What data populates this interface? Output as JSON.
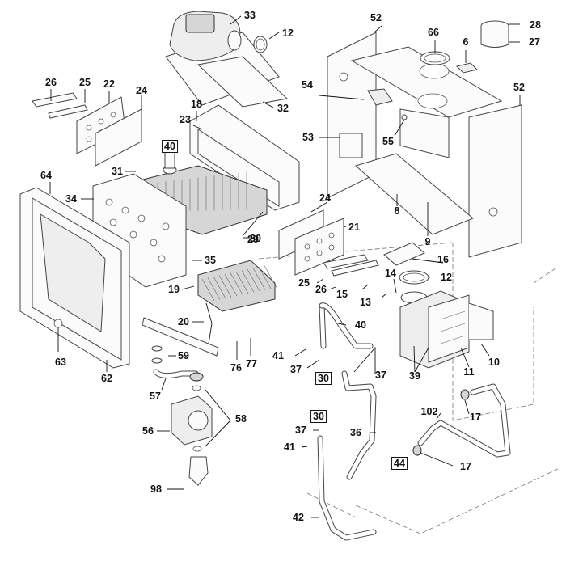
{
  "diagram": {
    "type": "exploded parts diagram",
    "callouts": [
      {
        "id": "33",
        "text": "33"
      },
      {
        "id": "12a",
        "text": "12"
      },
      {
        "id": "32",
        "text": "32"
      },
      {
        "id": "26a",
        "text": "26"
      },
      {
        "id": "25a",
        "text": "25"
      },
      {
        "id": "22",
        "text": "22"
      },
      {
        "id": "24a",
        "text": "24"
      },
      {
        "id": "18",
        "text": "18"
      },
      {
        "id": "23",
        "text": "23"
      },
      {
        "id": "40a",
        "text": "40",
        "boxed": true
      },
      {
        "id": "31",
        "text": "31"
      },
      {
        "id": "64",
        "text": "64"
      },
      {
        "id": "34",
        "text": "34"
      },
      {
        "id": "29",
        "text": "29"
      },
      {
        "id": "30a",
        "text": "30"
      },
      {
        "id": "35",
        "text": "35"
      },
      {
        "id": "19",
        "text": "19"
      },
      {
        "id": "20",
        "text": "20"
      },
      {
        "id": "63",
        "text": "63"
      },
      {
        "id": "62",
        "text": "62"
      },
      {
        "id": "59",
        "text": "59"
      },
      {
        "id": "76",
        "text": "76"
      },
      {
        "id": "77",
        "text": "77"
      },
      {
        "id": "57",
        "text": "57"
      },
      {
        "id": "58",
        "text": "58"
      },
      {
        "id": "56",
        "text": "56"
      },
      {
        "id": "98",
        "text": "98"
      },
      {
        "id": "52a",
        "text": "52"
      },
      {
        "id": "66",
        "text": "66"
      },
      {
        "id": "6",
        "text": "6"
      },
      {
        "id": "28",
        "text": "28"
      },
      {
        "id": "27",
        "text": "27"
      },
      {
        "id": "52b",
        "text": "52"
      },
      {
        "id": "54",
        "text": "54"
      },
      {
        "id": "53",
        "text": "53"
      },
      {
        "id": "55",
        "text": "55"
      },
      {
        "id": "8",
        "text": "8"
      },
      {
        "id": "9",
        "text": "9"
      },
      {
        "id": "24b",
        "text": "24"
      },
      {
        "id": "21",
        "text": "21"
      },
      {
        "id": "16",
        "text": "16"
      },
      {
        "id": "12b",
        "text": "12"
      },
      {
        "id": "25b",
        "text": "25"
      },
      {
        "id": "26b",
        "text": "26"
      },
      {
        "id": "15",
        "text": "15"
      },
      {
        "id": "14",
        "text": "14"
      },
      {
        "id": "13",
        "text": "13"
      },
      {
        "id": "40b",
        "text": "40"
      },
      {
        "id": "41a",
        "text": "41"
      },
      {
        "id": "37a",
        "text": "37"
      },
      {
        "id": "30b",
        "text": "30",
        "boxed": true
      },
      {
        "id": "37b",
        "text": "37"
      },
      {
        "id": "39",
        "text": "39"
      },
      {
        "id": "11",
        "text": "11"
      },
      {
        "id": "10",
        "text": "10"
      },
      {
        "id": "17a",
        "text": "17"
      },
      {
        "id": "102",
        "text": "102"
      },
      {
        "id": "30c",
        "text": "30",
        "boxed": true
      },
      {
        "id": "37c",
        "text": "37"
      },
      {
        "id": "41b",
        "text": "41"
      },
      {
        "id": "36",
        "text": "36"
      },
      {
        "id": "44",
        "text": "44",
        "boxed": true
      },
      {
        "id": "17b",
        "text": "17"
      },
      {
        "id": "42",
        "text": "42"
      }
    ]
  }
}
